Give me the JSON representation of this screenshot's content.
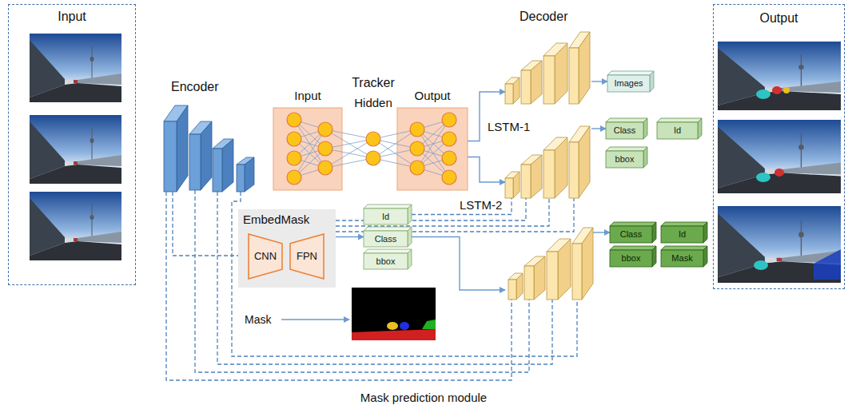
{
  "diagram": {
    "caption": "Mask prediction module",
    "nodes": [
      {
        "text": [
          "Input"
        ]
      },
      {
        "text": [
          "Encoder"
        ]
      },
      {
        "text": [
          "Input"
        ]
      },
      {
        "text": [
          "Output"
        ]
      },
      {
        "text": [
          "Decoder"
        ]
      },
      {
        "text": [
          "Images"
        ]
      },
      {
        "text": [
          "LSTM-1"
        ]
      },
      {
        "text": [
          "Class"
        ]
      },
      {
        "text": [
          "Id"
        ]
      },
      {
        "text": [
          "bbox"
        ]
      },
      {
        "text": [
          "EmbedMask"
        ]
      },
      {
        "text": [
          "CNN"
        ],
        "in": 10
      },
      {
        "text": [
          "FPN"
        ],
        "in": 10
      },
      {
        "text": [
          "Id"
        ]
      },
      {
        "text": [
          "Class"
        ]
      },
      {
        "text": [
          "bbox"
        ]
      },
      {
        "text": [
          "LSTM-2"
        ]
      },
      {
        "text": [
          "Class"
        ]
      },
      {
        "text": [
          "Id"
        ]
      },
      {
        "text": [
          "bbox"
        ]
      },
      {
        "text": [
          "Mask"
        ]
      },
      {
        "text": [
          "Output"
        ]
      }
    ],
    "edges": [
      {
        "from": 3,
        "to": 4,
        "arrow": "to"
      },
      {
        "from": 3,
        "to": 6,
        "arrow": "to"
      },
      {
        "from": 4,
        "to": 5,
        "arrow": "to"
      },
      {
        "from": 6,
        "to": 7,
        "arrow": "to"
      },
      {
        "from": 10,
        "to": 14,
        "arrow": "to"
      },
      {
        "from": 14,
        "to": 16,
        "arrow": "to"
      },
      {
        "from": 16,
        "to": 17,
        "arrow": "to"
      },
      {
        "from": 1,
        "to": 16,
        "arrow": "none"
      },
      {
        "from": 1,
        "to": 10,
        "arrow": "none"
      },
      {
        "from": 13,
        "to": 6,
        "arrow": "none"
      }
    ],
    "labels": [
      "Tracker",
      "Hidden",
      "Mask"
    ]
  }
}
